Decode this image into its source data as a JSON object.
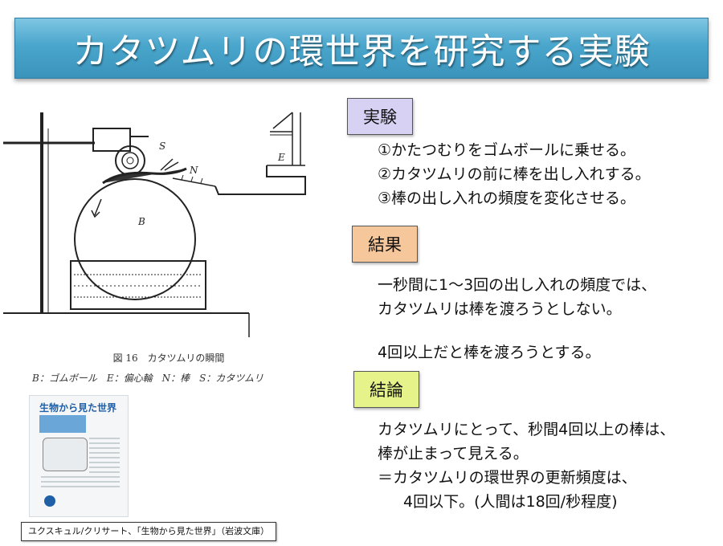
{
  "title": "カタツムリの環世界を研究する実験",
  "experiment": {
    "label": "実験",
    "steps": [
      "①かたつむりをゴムボールに乗せる。",
      "②カタツムリの前に棒を出し入れする。",
      "③棒の出し入れの頻度を変化させる。"
    ]
  },
  "result": {
    "label": "結果",
    "lines": [
      "一秒間に1～3回の出し入れの頻度では、",
      "カタツムリは棒を渡ろうとしない。"
    ],
    "line2": "4回以上だと棒を渡ろうとする。"
  },
  "conclusion": {
    "label": "結論",
    "lines": [
      "カタツムリにとって、秒間4回以上の棒は、",
      "棒が止まって見える。",
      "＝カタツムリの環世界の更新頻度は、",
      "4回以下。(人間は18回/秒程度)"
    ]
  },
  "figure": {
    "caption": "図 16　カタツムリの瞬間",
    "legend": "B：ゴムボール　E：偏心輪　N：棒　S：カタツムリ",
    "labels": {
      "s": "S",
      "n": "N",
      "b": "B",
      "e": "E"
    }
  },
  "book": {
    "title": "生物から見た世界"
  },
  "credit": "ユクスキュル/クリサート、「生物から見た世界」（岩波文庫）"
}
